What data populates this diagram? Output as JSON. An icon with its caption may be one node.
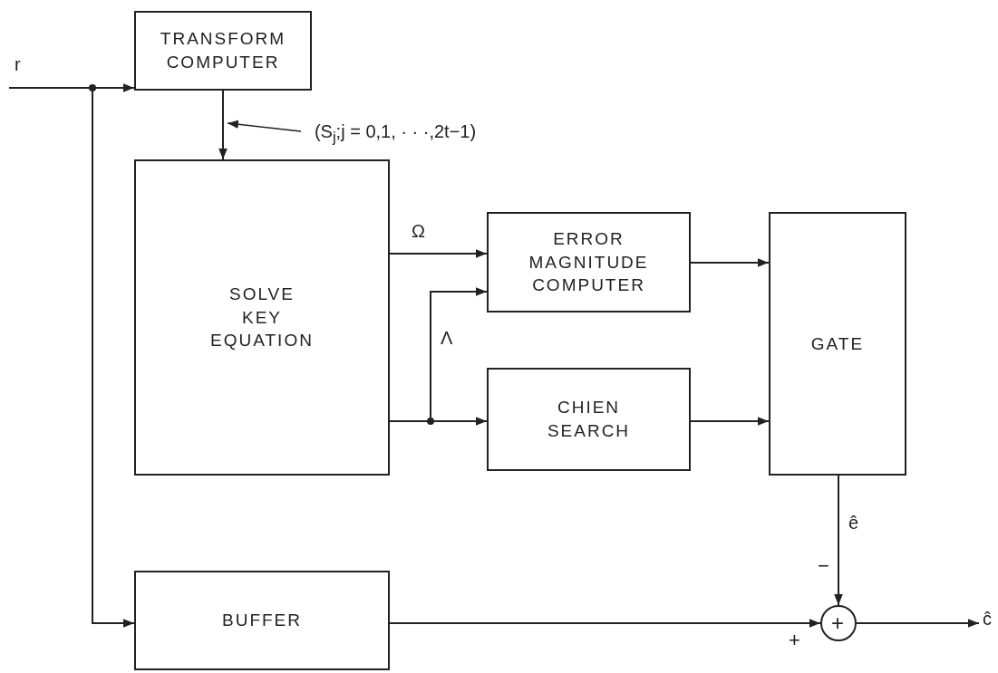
{
  "diagram": {
    "nodes": [
      {
        "text": [
          "TRANSFORM COMPUTER"
        ]
      },
      {
        "text": [
          "SOLVE KEY EQUATION"
        ]
      },
      {
        "text": [
          "ERROR MAGNITUDE COMPUTER"
        ]
      },
      {
        "text": [
          "CHIEN SEARCH"
        ]
      },
      {
        "text": [
          "GATE"
        ]
      },
      {
        "text": [
          "BUFFER"
        ]
      },
      {
        "text": [
          "+"
        ]
      },
      {
        "text": [
          "(S$_{j}$;j = 0,1, · · ·,2t−1)"
        ]
      }
    ],
    "edges": [
      {
        "from": null,
        "to": 0,
        "arrow": "to",
        "label": "r"
      },
      {
        "from": null,
        "to": 5,
        "arrow": "to"
      },
      {
        "from": 0,
        "to": 1,
        "arrow": "to"
      },
      {
        "from": 1,
        "to": 2,
        "arrow": "to",
        "label": "Ω"
      },
      {
        "from": 1,
        "to": 2,
        "arrow": "to",
        "label": "Λ"
      },
      {
        "from": 1,
        "to": 3,
        "arrow": "to"
      },
      {
        "from": 2,
        "to": 4,
        "arrow": "to"
      },
      {
        "from": 3,
        "to": 4,
        "arrow": "to"
      },
      {
        "from": 4,
        "to": 6,
        "arrow": "to",
        "label": "ê"
      },
      {
        "from": 5,
        "to": 6,
        "arrow": "to"
      },
      {
        "from": 6,
        "to": null,
        "arrow": "to",
        "label": "ĉ"
      },
      {
        "from": 7,
        "to": null,
        "arrow": "to"
      }
    ],
    "labels": [
      "−",
      "+"
    ]
  }
}
